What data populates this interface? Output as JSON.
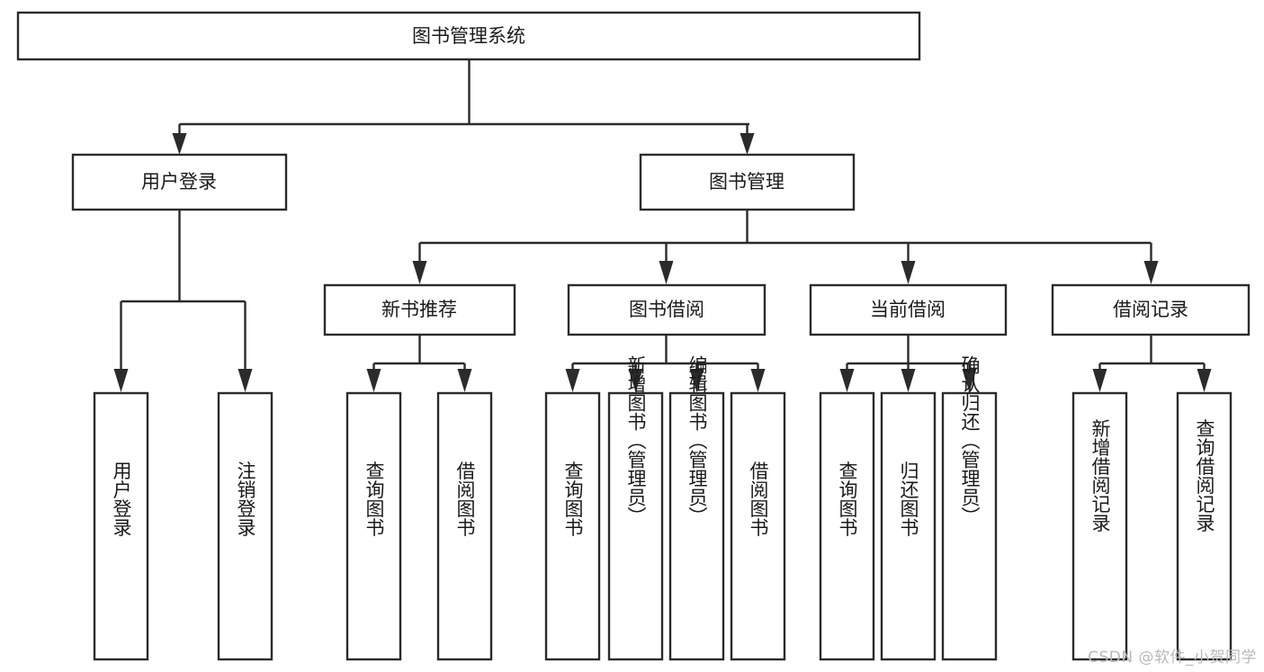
{
  "diagram": {
    "title": "图书管理系统",
    "type": "tree-hierarchy",
    "watermark": "CSDN @软件_小贺同学",
    "colors": {
      "stroke": "#2b2b2b",
      "box_fill": "#ffffff",
      "text": "#1a1a1a",
      "background": "#ffffff",
      "watermark": "#b9b9b9"
    },
    "root": {
      "label": "图书管理系统"
    },
    "level2": [
      {
        "label": "用户登录"
      },
      {
        "label": "图书管理"
      }
    ],
    "level3": [
      {
        "label": "新书推荐"
      },
      {
        "label": "图书借阅"
      },
      {
        "label": "当前借阅"
      },
      {
        "label": "借阅记录"
      }
    ],
    "leaves": {
      "user_login": [
        {
          "label": "用户登录"
        },
        {
          "label": "注销登录"
        }
      ],
      "new_book": [
        {
          "label": "查询图书"
        },
        {
          "label": "借阅图书"
        }
      ],
      "book_borrow": [
        {
          "label": "查询图书"
        },
        {
          "label": "新增图书（管理员）"
        },
        {
          "label": "编辑图书（管理员）"
        },
        {
          "label": "借阅图书"
        }
      ],
      "current_borrow": [
        {
          "label": "查询图书"
        },
        {
          "label": "归还图书"
        },
        {
          "label": "确认归还（管理员）"
        }
      ],
      "borrow_record": [
        {
          "label": "新增借阅记录"
        },
        {
          "label": "查询借阅记录"
        }
      ]
    }
  }
}
